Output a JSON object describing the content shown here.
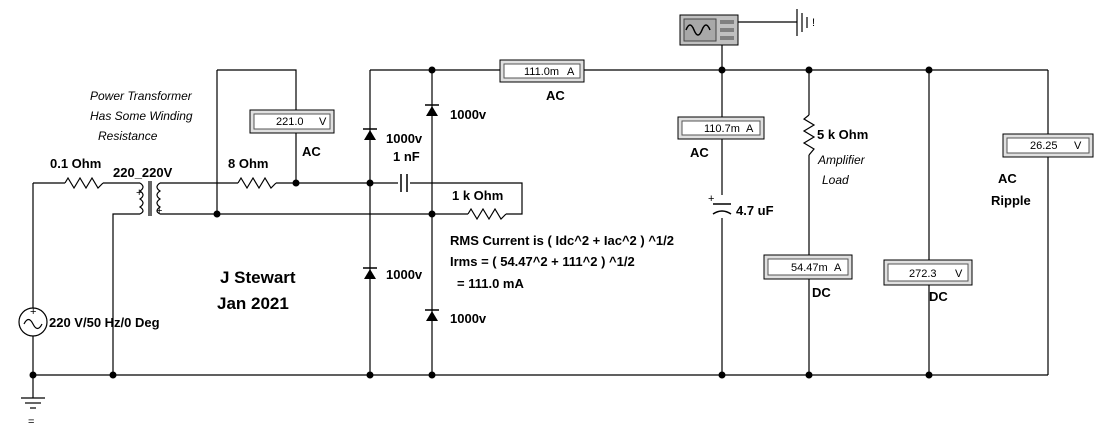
{
  "transformer": {
    "note_1": "Power Transformer",
    "note_2": "Has Some Winding",
    "note_3": "Resistance",
    "label": "220_220V"
  },
  "resistors": {
    "r_primary": "0.1  Ohm",
    "r_secondary": "8  Ohm",
    "r_bleed": "1 k Ohm",
    "r_load": "5 k Ohm"
  },
  "load_note": {
    "line_1": "Amplifier",
    "line_2": "Load"
  },
  "source": {
    "label": "220 V/50 Hz/0 Deg"
  },
  "diodes": {
    "d1": "1000v",
    "d2": "1000v",
    "d3": "1000v",
    "d4": "1000v"
  },
  "capacitors": {
    "c_small": "1 nF",
    "c_filter": "4.7 uF"
  },
  "meters": {
    "m_ac_transformer": {
      "value": "221.0",
      "unit": "V",
      "caption": "AC"
    },
    "m_ac_line": {
      "value": "111.0m",
      "unit": "A",
      "caption": "AC"
    },
    "m_ac_cap": {
      "value": "110.7m",
      "unit": "A",
      "caption": "AC"
    },
    "m_dc_load": {
      "value": "54.47m",
      "unit": "A",
      "caption": "DC"
    },
    "m_dc_volt": {
      "value": "272.3",
      "unit": "V",
      "caption": "DC"
    },
    "m_ripple": {
      "value": "26.25",
      "unit": "V",
      "caption_1": "AC",
      "caption_2": "Ripple"
    }
  },
  "formula": {
    "line_1": "RMS Current is ( Idc^2 + Iac^2 ) ^1/2",
    "line_2": "Irms = ( 54.47^2 + 111^2 ) ^1/2",
    "line_3": "= 111.0 mA"
  },
  "author": {
    "name": "J Stewart",
    "date": "Jan 2021"
  }
}
